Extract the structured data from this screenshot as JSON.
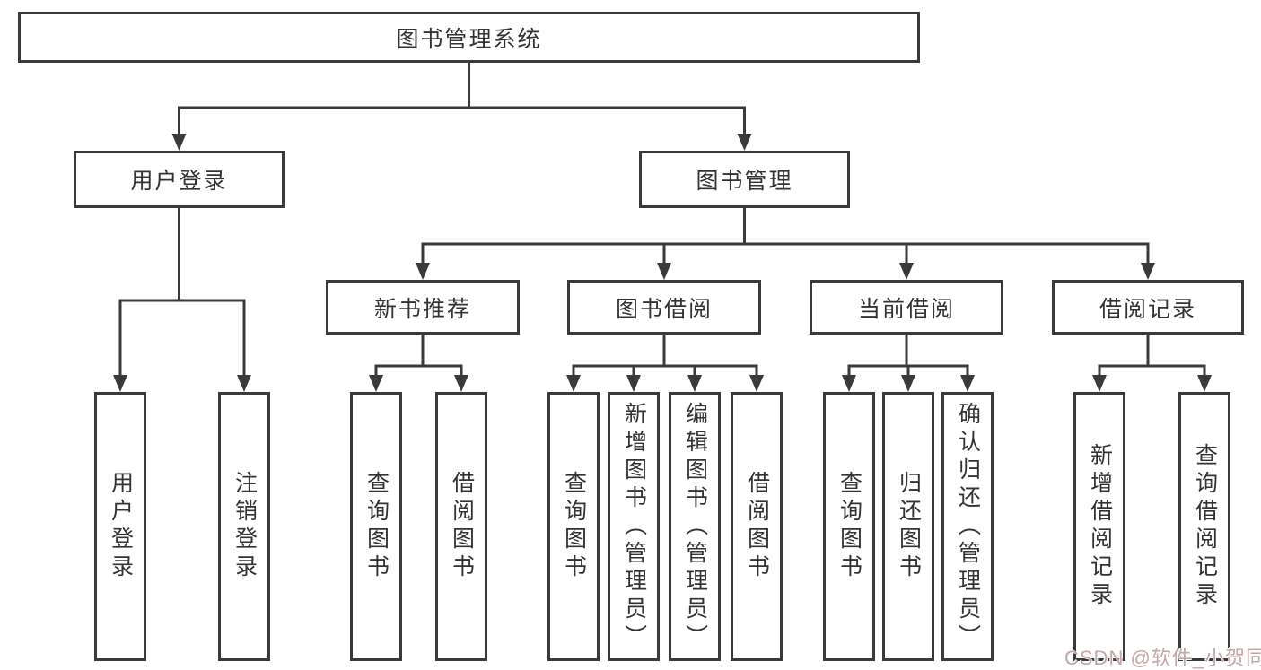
{
  "tree": {
    "root": "图书管理系统",
    "login": {
      "label": "用户登录",
      "children": [
        "用户登录",
        "注销登录"
      ]
    },
    "mgmt": {
      "label": "图书管理"
    },
    "groups": [
      {
        "label": "新书推荐",
        "children": [
          "查询图书",
          "借阅图书"
        ]
      },
      {
        "label": "图书借阅",
        "children": [
          "查询图书",
          "新增图书（管理员）",
          "编辑图书（管理员）",
          "借阅图书"
        ]
      },
      {
        "label": "当前借阅",
        "children": [
          "查询图书",
          "归还图书",
          "确认归还（管理员）"
        ]
      },
      {
        "label": "借阅记录",
        "children": [
          "新增借阅记录",
          "查询借阅记录"
        ]
      }
    ]
  },
  "watermark": {
    "text": "CSDN @软件_小贺同学",
    "color": "#c3a6a6"
  },
  "colors": {
    "line": "#3a3a3a",
    "box_border": "#3a3a3a",
    "text": "#333333",
    "background": "#ffffff"
  }
}
